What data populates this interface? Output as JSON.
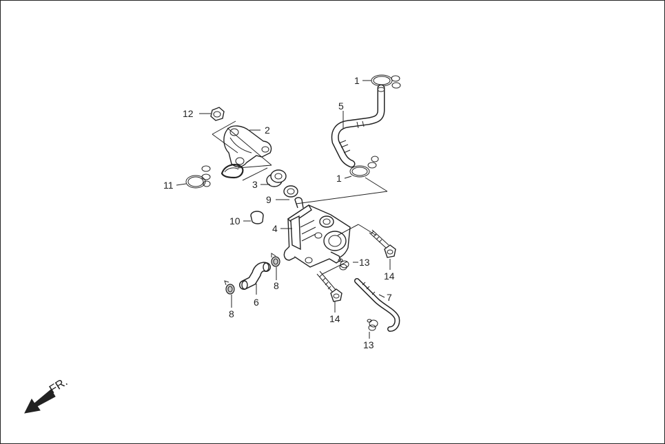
{
  "diagram": {
    "callouts": [
      {
        "id": "c1a",
        "text": "1"
      },
      {
        "id": "c1b",
        "text": "1"
      },
      {
        "id": "c2",
        "text": "2"
      },
      {
        "id": "c3",
        "text": "3"
      },
      {
        "id": "c4",
        "text": "4"
      },
      {
        "id": "c5",
        "text": "5"
      },
      {
        "id": "c6",
        "text": "6"
      },
      {
        "id": "c7",
        "text": "7"
      },
      {
        "id": "c8a",
        "text": "8"
      },
      {
        "id": "c8b",
        "text": "8"
      },
      {
        "id": "c9",
        "text": "9"
      },
      {
        "id": "c10",
        "text": "10"
      },
      {
        "id": "c11",
        "text": "11"
      },
      {
        "id": "c12",
        "text": "12"
      },
      {
        "id": "c13a",
        "text": "13"
      },
      {
        "id": "c13b",
        "text": "13"
      },
      {
        "id": "c14a",
        "text": "14"
      },
      {
        "id": "c14b",
        "text": "14"
      }
    ],
    "front_indicator": "FR."
  }
}
